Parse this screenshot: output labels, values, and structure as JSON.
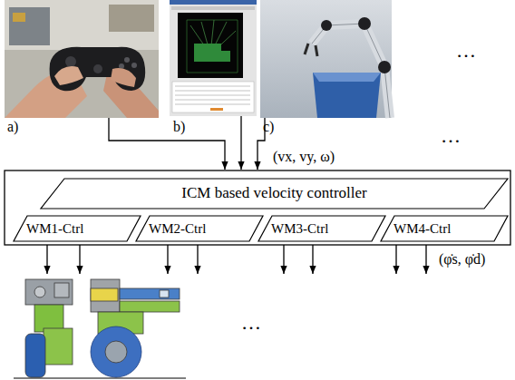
{
  "diagram": {
    "nodes": [
      {
        "text": [
          "ICM based velocity controller"
        ]
      },
      {
        "text": [
          "WM1-Ctrl"
        ]
      },
      {
        "text": [
          "WM2-Ctrl"
        ]
      },
      {
        "text": [
          "WM3-Ctrl"
        ]
      },
      {
        "text": [
          "WM4-Ctrl"
        ]
      }
    ],
    "labels": [
      "a)",
      "b)",
      "c)",
      "…",
      "…",
      "(vx, vy, ω)",
      "(φ̇s, φ̇d)",
      "…"
    ]
  }
}
